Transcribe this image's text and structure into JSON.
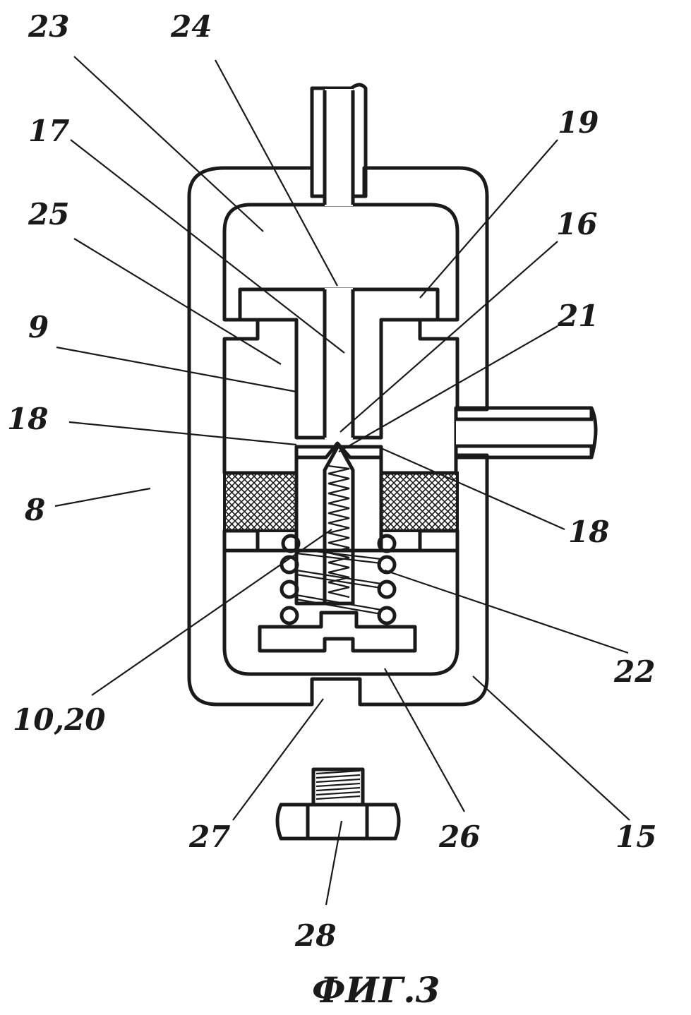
{
  "labels": {
    "l23": "23",
    "l24": "24",
    "l17": "17",
    "l25": "25",
    "l9": "9",
    "l18a": "18",
    "l8": "8",
    "l19": "19",
    "l16": "16",
    "l21": "21",
    "l18b": "18",
    "l22": "22",
    "l1020": "10,20",
    "l27": "27",
    "l26": "26",
    "l15": "15",
    "l28": "28"
  },
  "caption": "ФИГ.3"
}
